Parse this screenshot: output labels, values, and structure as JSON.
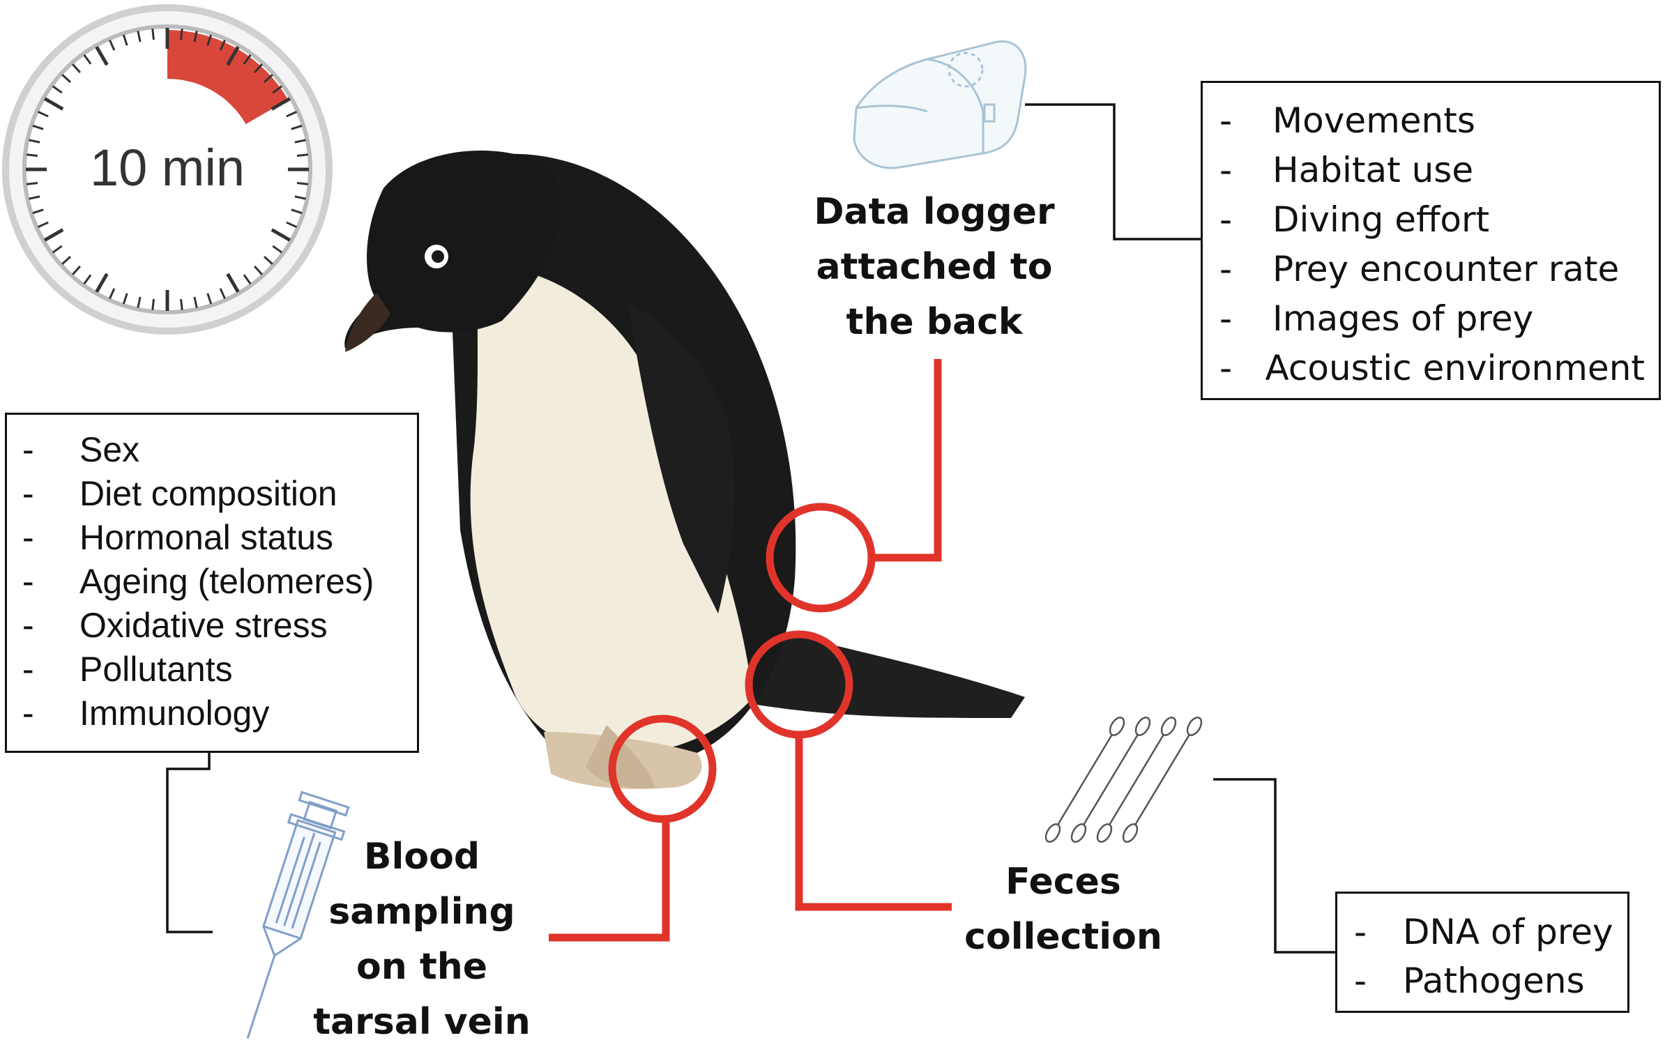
{
  "timer": {
    "label": "10 min",
    "elapsed_fraction": 0.1667
  },
  "data_logger": {
    "label": [
      "Data logger",
      "attached to",
      "the back"
    ],
    "items": [
      "Movements",
      "Habitat use",
      "Diving effort",
      "Prey encounter rate",
      "Images of prey",
      "Acoustic environment"
    ]
  },
  "blood_sampling": {
    "label": [
      "Blood",
      "sampling",
      "on the",
      "tarsal vein"
    ],
    "items": [
      "Sex",
      "Diet composition",
      "Hormonal status",
      "Ageing (telomeres)",
      "Oxidative stress",
      "Pollutants",
      "Immunology"
    ]
  },
  "feces": {
    "label": [
      "Feces",
      "collection"
    ],
    "items": [
      "DNA of prey",
      "Pathogens"
    ]
  },
  "bullet": "-",
  "colors": {
    "accent_red": "#e0342a",
    "outline": "#111111",
    "device_blue": "#a8c3d6",
    "timer_red": "#d9473a"
  }
}
